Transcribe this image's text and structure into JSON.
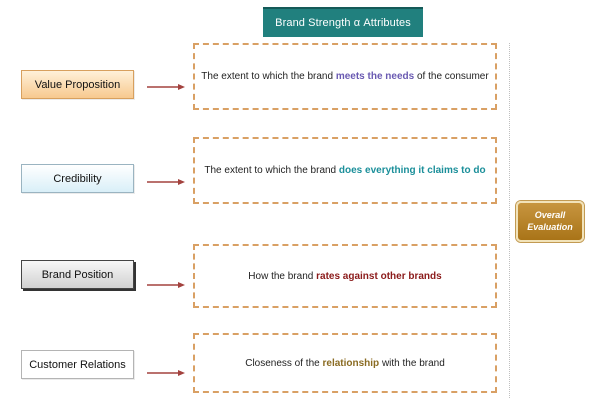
{
  "header": {
    "title": "Brand Strength α Attributes"
  },
  "attributes": [
    {
      "label": "Value Proposition",
      "description": {
        "prefix": "The extent to which the brand ",
        "highlight": "meets the needs",
        "suffix": " of the consumer"
      }
    },
    {
      "label": "Credibility",
      "description": {
        "prefix": "The extent to which the brand ",
        "highlight": "does everything it claims to do",
        "suffix": ""
      }
    },
    {
      "label": "Brand Position",
      "description": {
        "prefix": "How the brand ",
        "highlight": "rates against other brands",
        "suffix": ""
      }
    },
    {
      "label": "Customer Relations",
      "description": {
        "prefix": "Closeness of the ",
        "highlight": "relationship",
        "suffix": " with the brand"
      }
    }
  ],
  "overall": {
    "line1": "Overall",
    "line2": "Evaluation"
  },
  "colors": {
    "title_bg": "#21807e",
    "box_border": "#d9a064",
    "arrow": "#a3423e",
    "overall_bg": "#b07d24",
    "highlight_1": "#6a5ab2",
    "highlight_2": "#1b8f9a",
    "highlight_3": "#8b1a1a",
    "highlight_4": "#8a6b22"
  }
}
